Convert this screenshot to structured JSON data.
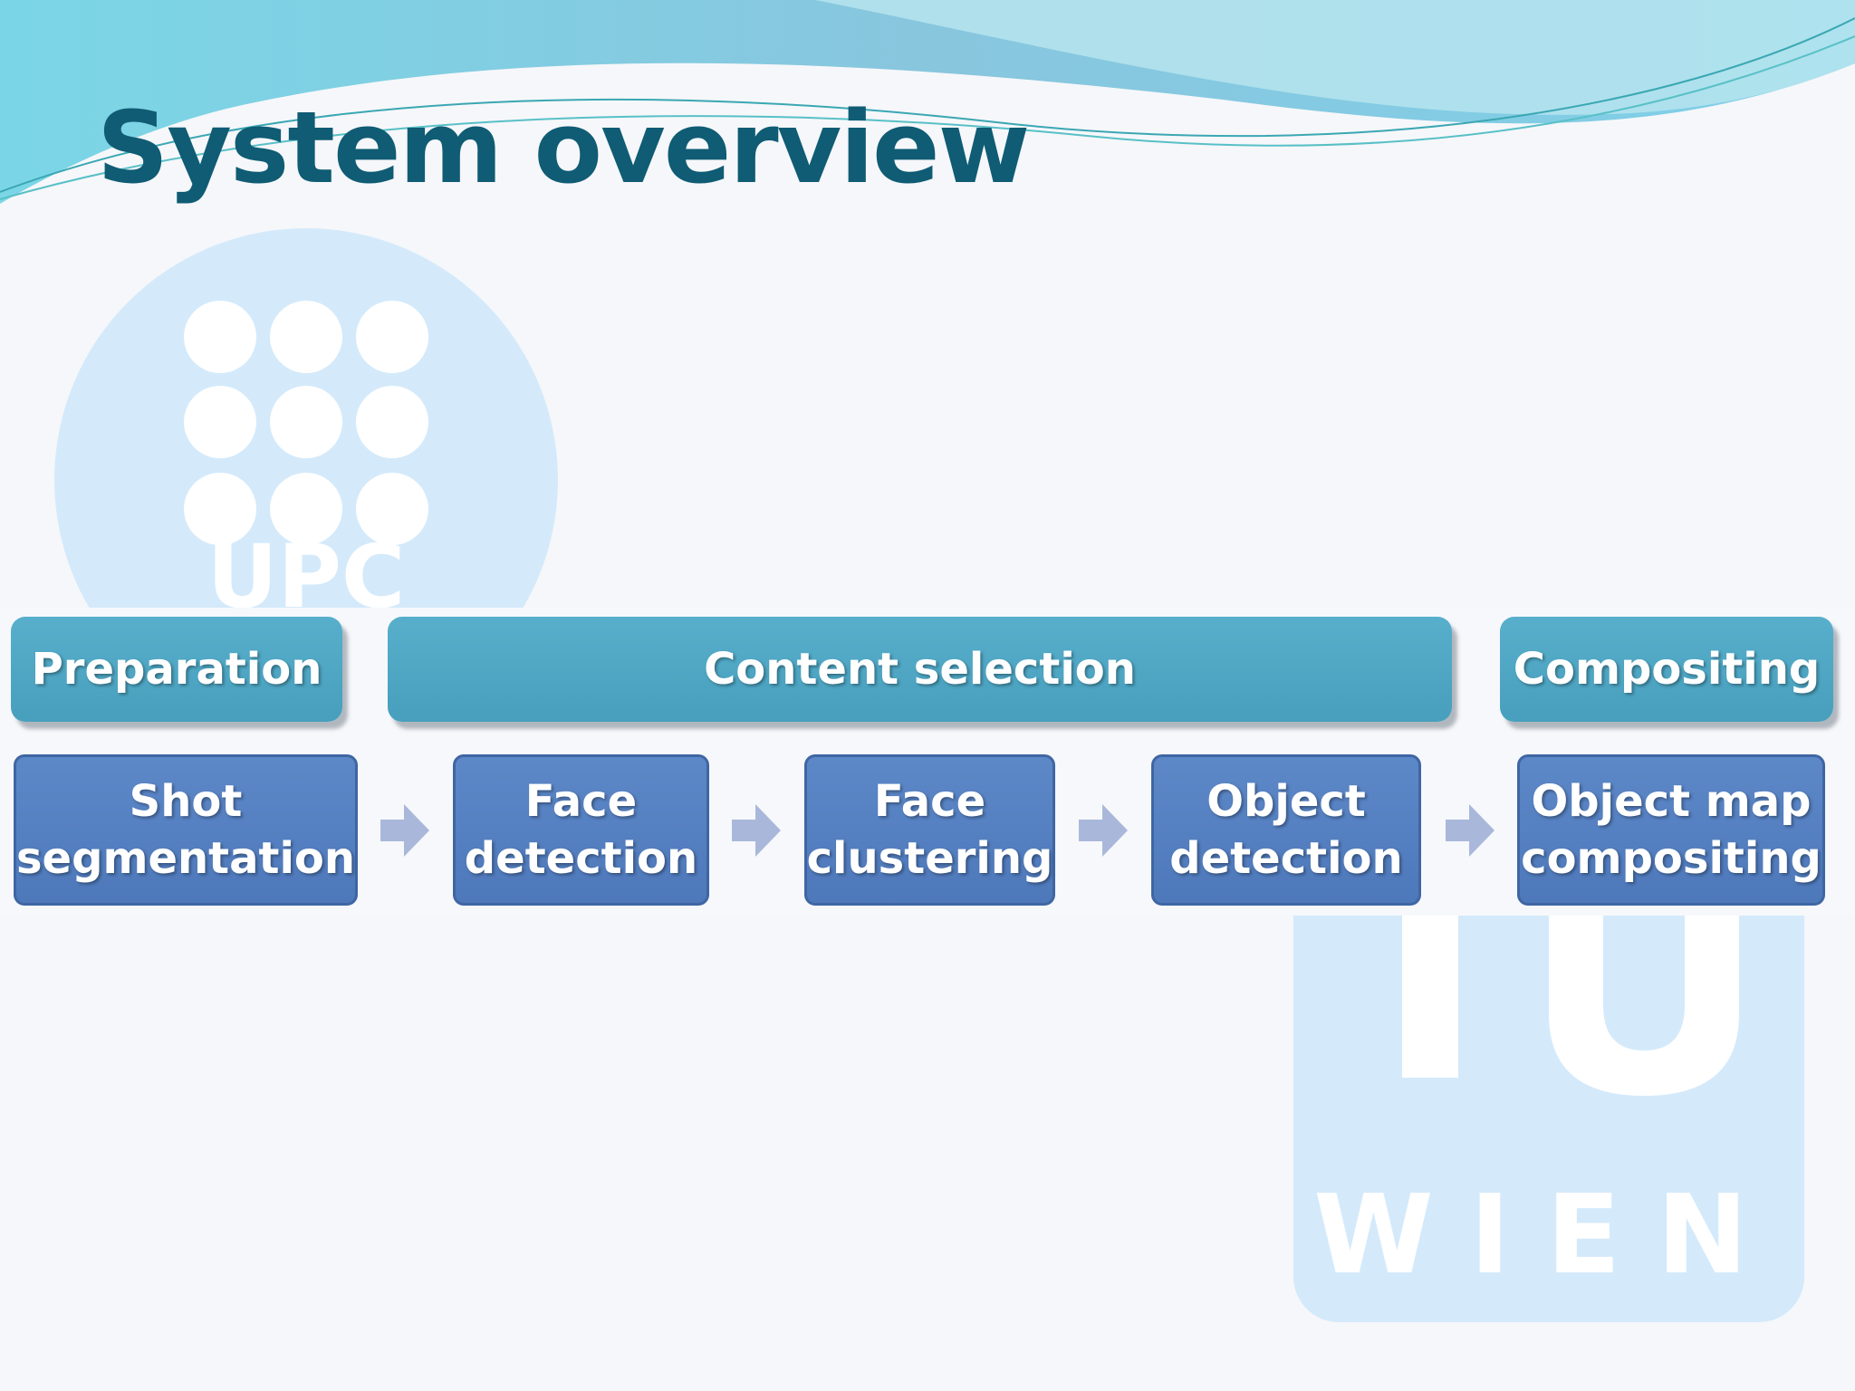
{
  "slide": {
    "title": "System overview"
  },
  "diagram": {
    "phases": [
      {
        "label": "Preparation"
      },
      {
        "label": "Content selection"
      },
      {
        "label": "Compositing"
      }
    ],
    "steps": [
      {
        "label": "Shot\nsegmentation"
      },
      {
        "label": "Face\ndetection"
      },
      {
        "label": "Face\nclustering"
      },
      {
        "label": "Object\ndetection"
      },
      {
        "label": "Object map\ncompositing"
      }
    ]
  },
  "watermarks": {
    "tu_logo_text": "WIEN",
    "upc_logo_text": "UPC"
  },
  "colors": {
    "title": "#0f5c74",
    "phase_box": "#4ea7c5",
    "step_box": "#5580c1",
    "arrow": "#a9b8da",
    "watermark": "#d4eafb"
  }
}
